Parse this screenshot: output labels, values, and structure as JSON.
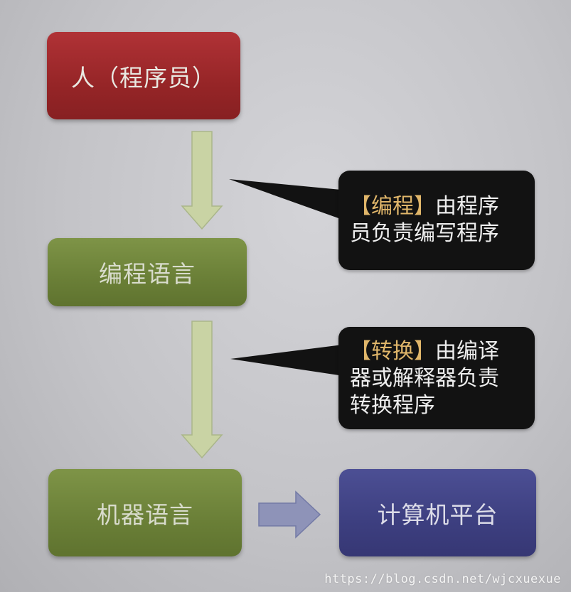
{
  "diagram": {
    "nodes": {
      "programmer": "人（程序员）",
      "programming_language": "编程语言",
      "machine_language": "机器语言",
      "computer_platform": "计算机平台"
    },
    "callouts": {
      "programming": {
        "highlight": "【编程】",
        "line1_rest": "由程序",
        "line2": "员负责编写程序"
      },
      "conversion": {
        "highlight": "【转换】",
        "line1_rest": "由编译",
        "line2": "器或解释器负责",
        "line3": "转换程序"
      }
    },
    "colors": {
      "programmer_box": "#962527",
      "language_box": "#6a7f37",
      "platform_box": "#3d3f80",
      "callout_bg": "#121212",
      "callout_highlight": "#e0b66a",
      "arrow_green": "#c9d3a4",
      "arrow_blue": "#8e93b8"
    }
  },
  "watermark": "https://blog.csdn.net/wjcxuexue"
}
